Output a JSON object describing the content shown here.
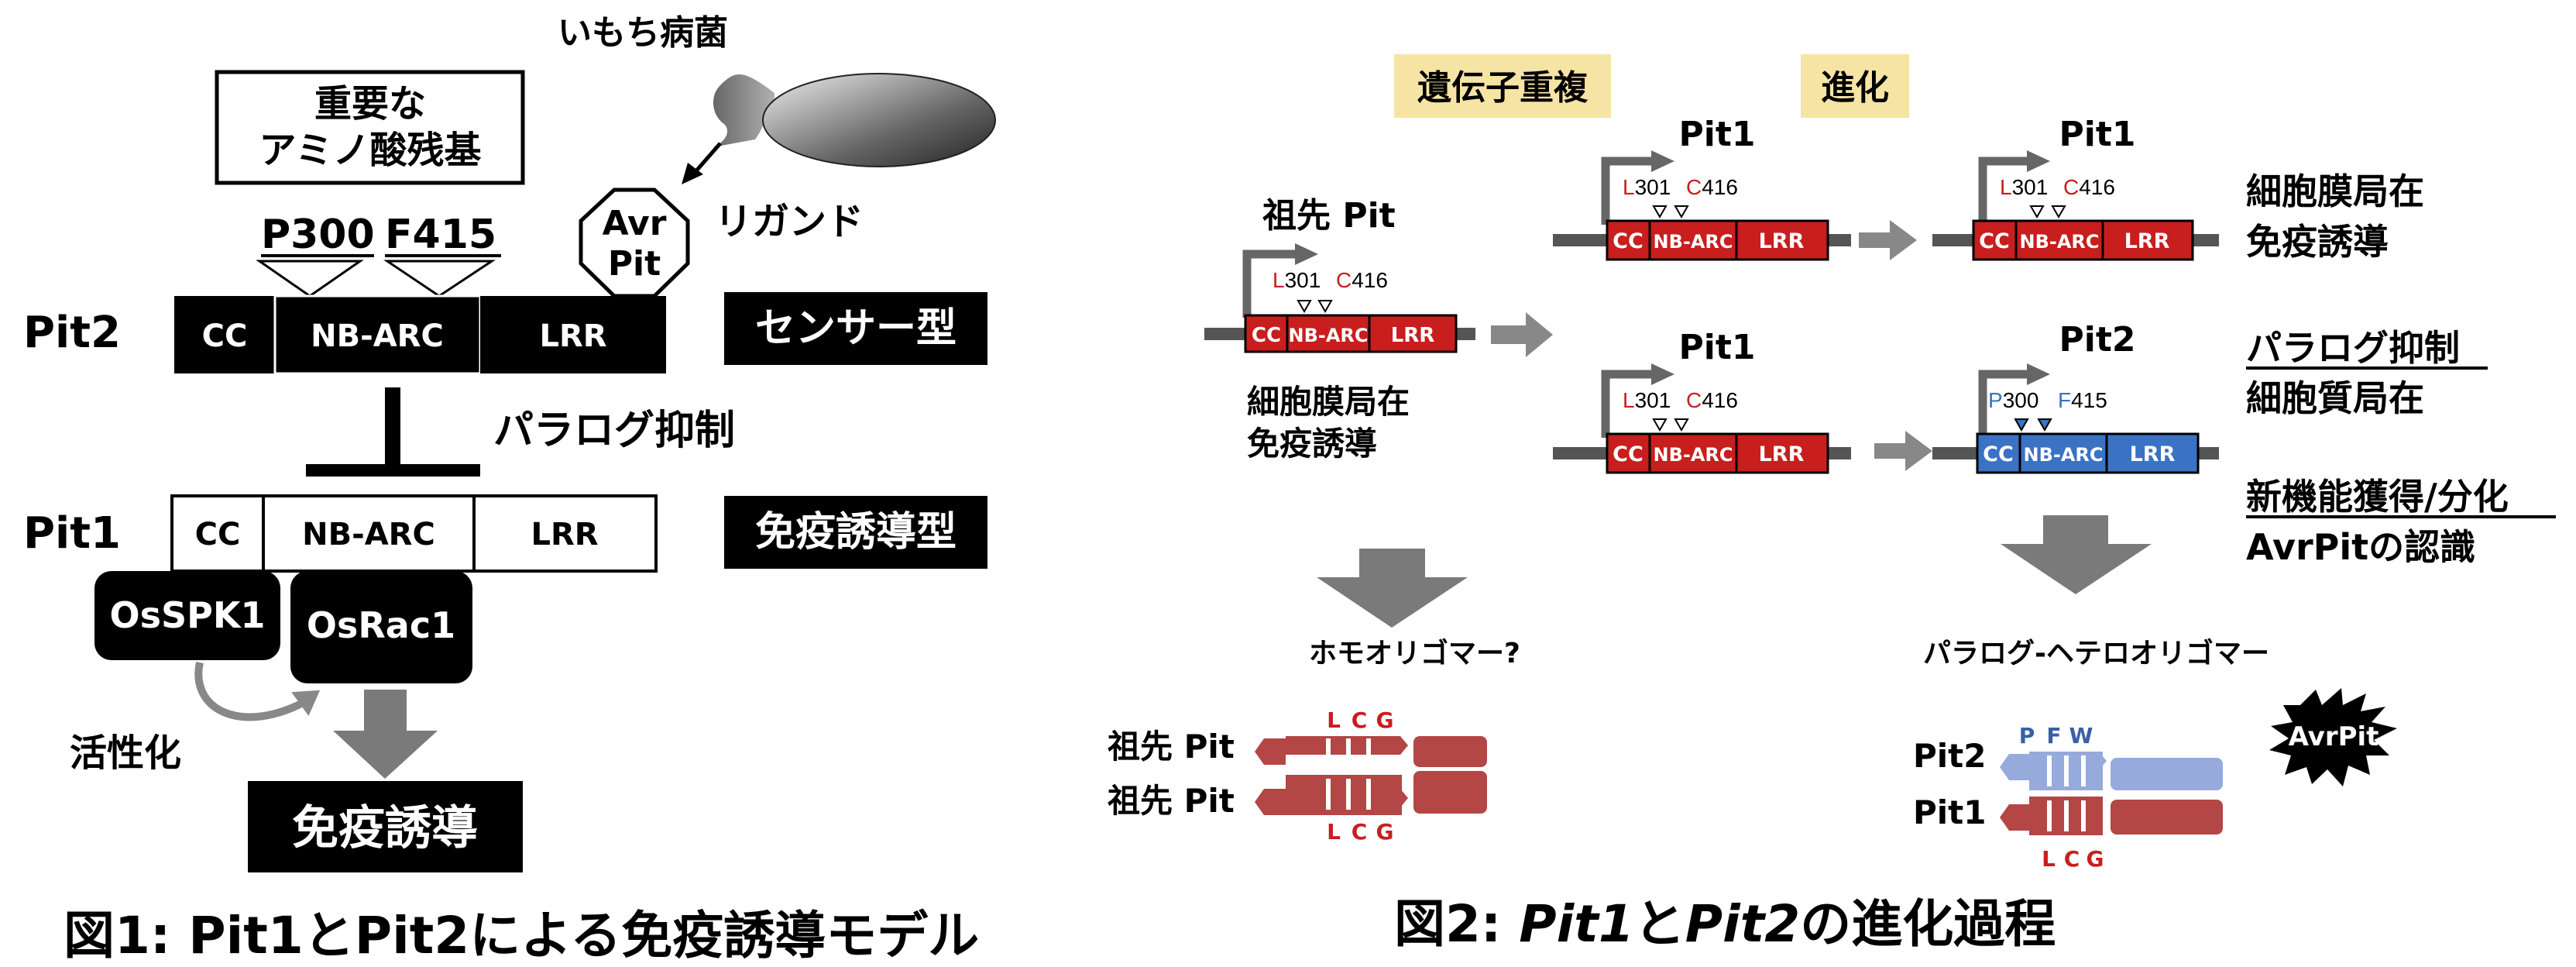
{
  "fig1": {
    "caption": "図1: Pit1とPit2による免疫誘導モデル",
    "pathogen_label": "いもち病菌",
    "important_residues_line1": "重要な",
    "important_residues_line2": "アミノ酸残基",
    "residue_p": "P300",
    "residue_f": "F415",
    "avr_line1": "Avr",
    "avr_line2": "Pit",
    "ligand_label": "リガンド",
    "pit2_label": "Pit2",
    "pit2_domains": [
      "CC",
      "NB-ARC",
      "LRR"
    ],
    "sensor_type": "センサー型",
    "paralog_suppression": "パラログ抑制",
    "pit1_label": "Pit1",
    "pit1_domains": [
      "CC",
      "NB-ARC",
      "LRR"
    ],
    "immune_type": "免疫誘導型",
    "osspk1": "OsSPK1",
    "osrac1": "OsRac1",
    "activation": "活性化",
    "immune_induction": "免疫誘導"
  },
  "fig2": {
    "caption_prefix": "図2: ",
    "caption_pit1": "Pit1",
    "caption_to": "と",
    "caption_pit2": "Pit2",
    "caption_suffix": "の進化過程",
    "stage_duplication": "遺伝子重複",
    "stage_evolution": "進化",
    "ancestor_label": "祖先 Pit",
    "residue_l": "L",
    "residue_l_pos": "301",
    "residue_c": "C",
    "residue_c_pos": "416",
    "residue_p": "P",
    "residue_p_pos": "300",
    "residue_f": "F",
    "residue_f_pos": "415",
    "domains": [
      "CC",
      "NB-ARC",
      "LRR"
    ],
    "ancestor_note_line1": "細胞膜局在",
    "ancestor_note_line2": "免疫誘導",
    "pit1_label": "Pit1",
    "pit2_label": "Pit2",
    "right_note1_line1": "細胞膜局在",
    "right_note1_line2": "免疫誘導",
    "right_note2_line1": "パラログ抑制",
    "right_note2_line2": "細胞質局在",
    "right_note3_line1": "新機能獲得/分化",
    "right_note3_line2": "AvrPitの認識",
    "homo_title": "ホモオリゴマー?",
    "hetero_title": "パラログ-ヘテロオリゴマー",
    "lcg_letters": [
      "L",
      "C",
      "G"
    ],
    "pfw_letters": [
      "P",
      "F",
      "W"
    ],
    "homo_row1": "祖先 Pit",
    "homo_row2": "祖先 Pit",
    "hetero_row1": "Pit2",
    "hetero_row2": "Pit1",
    "avrpit_burst": "AvrPit"
  },
  "colors": {
    "red_domain": "#c81e1e",
    "blue_domain": "#3a72c4",
    "highlight": "#f6e4a4",
    "arrow_gray": "#808080",
    "oligo_red": "#b44646",
    "oligo_blue": "#96aadc",
    "residue_red": "#c81e1e",
    "residue_blue": "#3a72c4"
  }
}
